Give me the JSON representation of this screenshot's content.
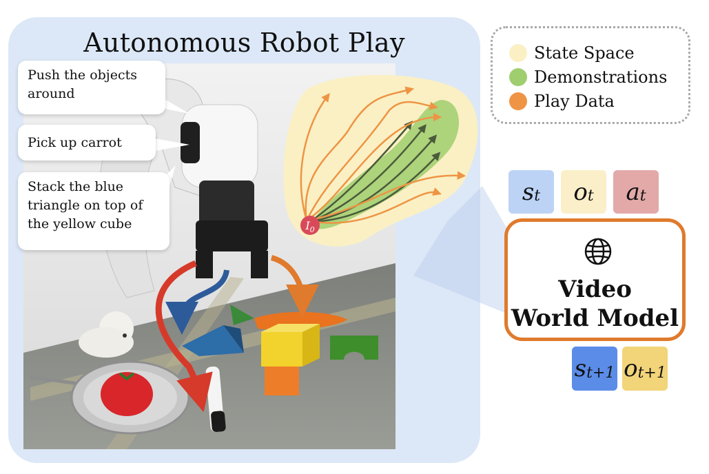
{
  "figure": {
    "title": "Autonomous Robot Play",
    "instructions": [
      "Push the objects around",
      "Pick up carrot",
      "Stack the blue triangle on top of the yellow cube"
    ],
    "start_label_base": "I",
    "start_label_sub": "0",
    "legend": [
      {
        "label": "State Space",
        "color": "#faf0c4"
      },
      {
        "label": "Demonstrations",
        "color": "#9fce6f"
      },
      {
        "label": "Play Data",
        "color": "#ee9444"
      }
    ],
    "input_tokens": [
      {
        "symbol": "s",
        "sub": "t",
        "color": "#bcd3f5"
      },
      {
        "symbol": "o",
        "sub": "t",
        "color": "#faefc8"
      },
      {
        "symbol": "a",
        "sub": "t",
        "color": "#e3a9a9"
      }
    ],
    "model": {
      "line1": "Video",
      "line2": "World Model",
      "icon": "globe-icon"
    },
    "output_tokens": [
      {
        "symbol": "s",
        "sub": "t+1",
        "color": "#5b8ce8"
      },
      {
        "symbol": "o",
        "sub": "t+1",
        "color": "#f2d479"
      }
    ],
    "colors": {
      "panel": "#dce8f7",
      "model_border": "#e07a2c",
      "start_dot": "#d84a5a"
    }
  }
}
